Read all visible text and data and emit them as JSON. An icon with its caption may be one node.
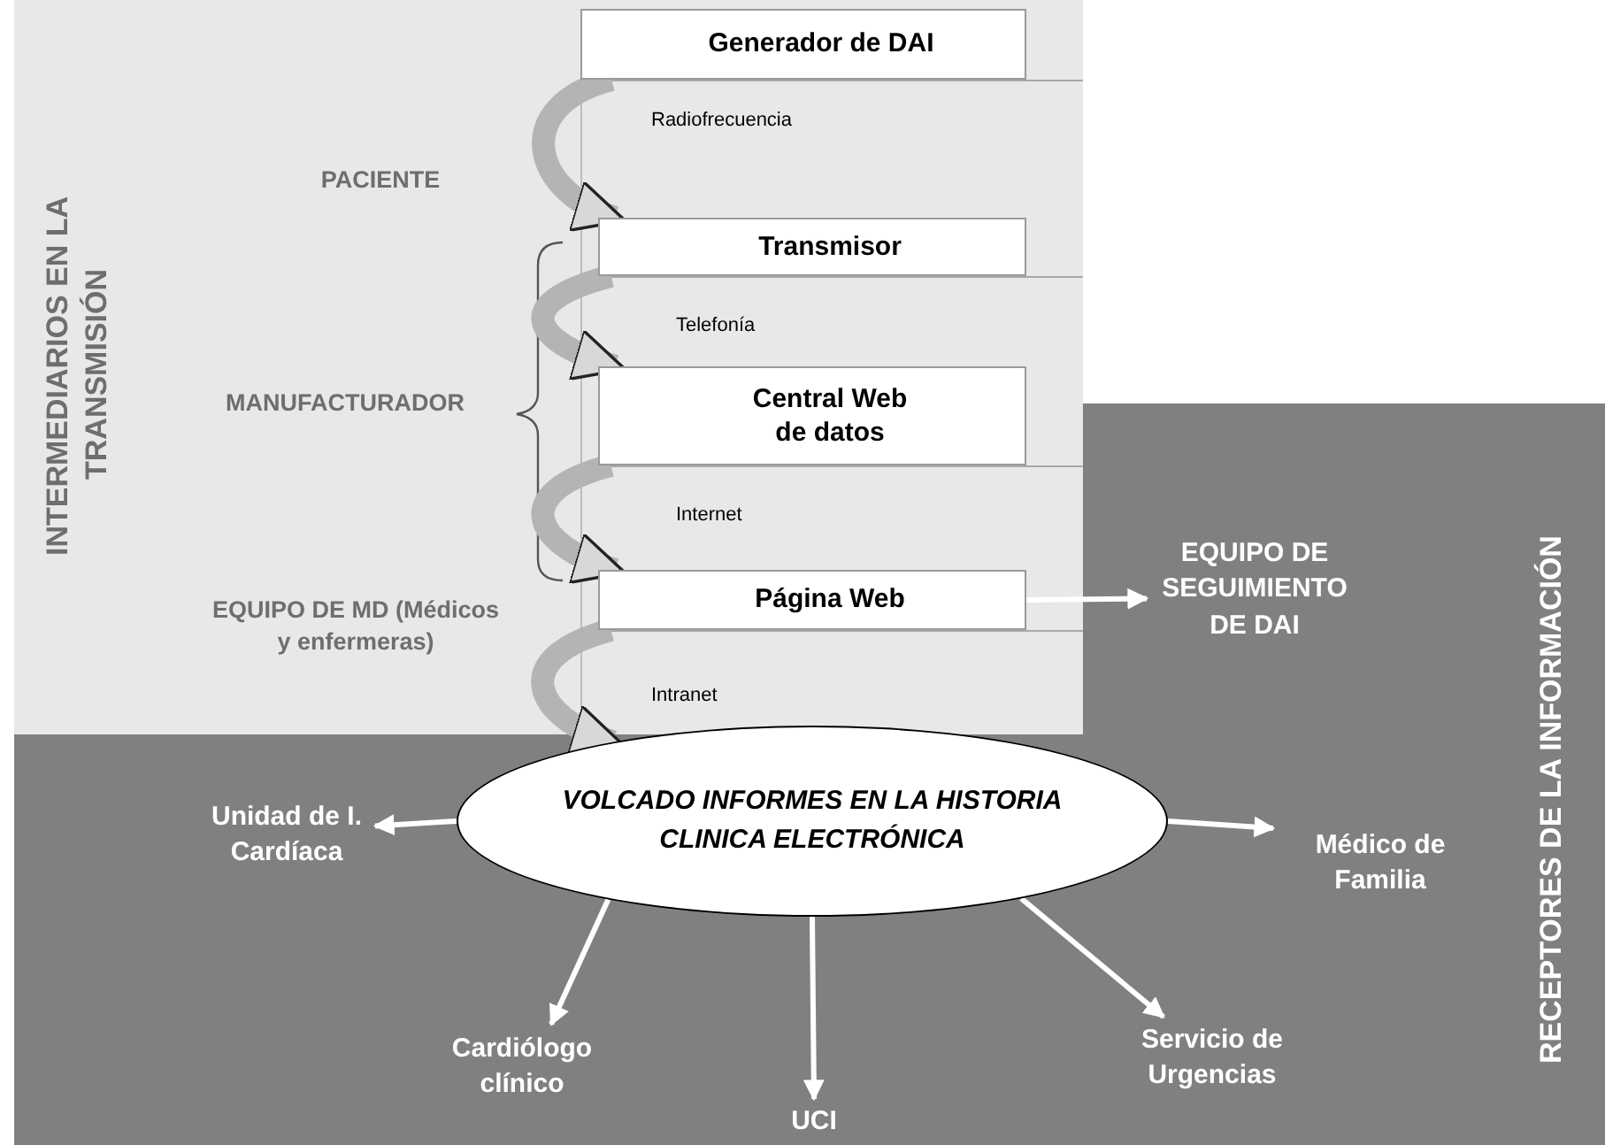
{
  "diagram": {
    "nodes": [
      {
        "text": [
          "Generador de DAI"
        ]
      },
      {
        "text": [
          "Transmisor"
        ]
      },
      {
        "text": [
          "Central Web de datos"
        ]
      },
      {
        "text": [
          "Página Web"
        ]
      },
      {
        "text": [
          "VOLCADO INFORMES EN LA HISTORIA CLINICA ELECTRÓNICA"
        ]
      },
      {
        "text": [
          "EQUIPO DE SEGUIMIENTO DE DAI"
        ]
      },
      {
        "text": [
          "Unidad de I. Cardíaca"
        ]
      },
      {
        "text": [
          "Médico de Familia"
        ]
      },
      {
        "text": [
          "Cardiólogo clínico"
        ]
      },
      {
        "text": [
          "UCI"
        ]
      },
      {
        "text": [
          "Servicio de Urgencias"
        ]
      }
    ],
    "edges": [
      {
        "from": 0,
        "to": 1,
        "arrow": "to",
        "label": "Radiofrecuencia",
        "style": "thick",
        "color": "#b4b4b4"
      },
      {
        "from": 1,
        "to": 2,
        "arrow": "to",
        "label": "Telefonía",
        "style": "thick",
        "color": "#b4b4b4"
      },
      {
        "from": 2,
        "to": 3,
        "arrow": "to",
        "label": "Internet",
        "style": "thick",
        "color": "#b4b4b4"
      },
      {
        "from": 3,
        "to": 4,
        "arrow": "to",
        "label": "Intranet",
        "style": "thick",
        "color": "#b4b4b4"
      },
      {
        "from": 3,
        "to": 5,
        "arrow": "to"
      },
      {
        "from": 4,
        "to": 6,
        "arrow": "to"
      },
      {
        "from": 4,
        "to": 7,
        "arrow": "to"
      },
      {
        "from": 4,
        "to": 8,
        "arrow": "to"
      },
      {
        "from": 4,
        "to": 9,
        "arrow": "to"
      },
      {
        "from": 4,
        "to": 10,
        "arrow": "to"
      }
    ],
    "labels": [
      "INTERMEDIARIOS EN LA TRANSMISIÓN",
      "PACIENTE",
      "MANUFACTURADOR",
      "EQUIPO DE MD (Médicos y enfermeras)",
      "RECEPTORES DE LA INFORMACIÓN"
    ]
  }
}
